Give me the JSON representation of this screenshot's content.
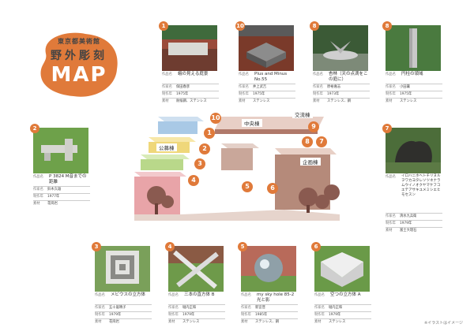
{
  "logo": {
    "line1": "東京都美術館",
    "line2": "野外彫刻",
    "line3": "MAP"
  },
  "labels": {
    "title": "作品名",
    "artist": "作家名",
    "year": "制作年",
    "material": "素材"
  },
  "cards": [
    {
      "num": "1",
      "title": "蛾の見える庭景",
      "artist": "保田春彦",
      "year": "1975年",
      "material": "耐候鋼、ステンレス"
    },
    {
      "num": "10",
      "title": "Plus and Minus No.55",
      "artist": "井上武吉",
      "year": "1975年",
      "material": "ステンレス"
    },
    {
      "num": "8",
      "title": "杏林（天の点滴をこの庭に）",
      "artist": "原裕嘉志",
      "year": "1973年",
      "material": "ステンレス、鋼"
    },
    {
      "num": "8",
      "title": "円柱の領域",
      "artist": "小田襄",
      "year": "1975年",
      "material": "ステンレス"
    },
    {
      "num": "2",
      "title": "P 3824 M音までの距離",
      "artist": "鈴木久雄",
      "year": "1977年",
      "material": "花崗岩"
    },
    {
      "num": "7",
      "title": "イロハニホヘトチリヌルヲワカヨタレソツネナラムウイノオクヤマケフコエテアサキユメミシエヒモセスン",
      "artist": "清水九兵衛",
      "year": "1979年",
      "material": "富士大理石"
    },
    {
      "num": "3",
      "title": "メビウスの立方体",
      "artist": "五十嵐晴子",
      "year": "1979年",
      "material": "花崗岩"
    },
    {
      "num": "4",
      "title": "三本の直方体 B",
      "artist": "堀内正和",
      "year": "1979年",
      "material": "ステンレス"
    },
    {
      "num": "5",
      "title": "my sky hole 85-2 光と影",
      "artist": "新宮晋",
      "year": "1985年",
      "material": "ステンレス、鋼"
    },
    {
      "num": "6",
      "title": "空つの立方体 A",
      "artist": "堀内正和",
      "year": "1979年",
      "material": "ステンレス"
    }
  ],
  "buildings": {
    "koubo": "公募棟",
    "chuou": "中央棟",
    "kouryu": "交流棟",
    "kikaku": "企画棟"
  },
  "markers": [
    "10",
    "1",
    "2",
    "3",
    "4",
    "5",
    "6",
    "9",
    "8",
    "7"
  ],
  "note": "※イラストはイメージ",
  "colors": {
    "accent": "#e07a3a"
  }
}
